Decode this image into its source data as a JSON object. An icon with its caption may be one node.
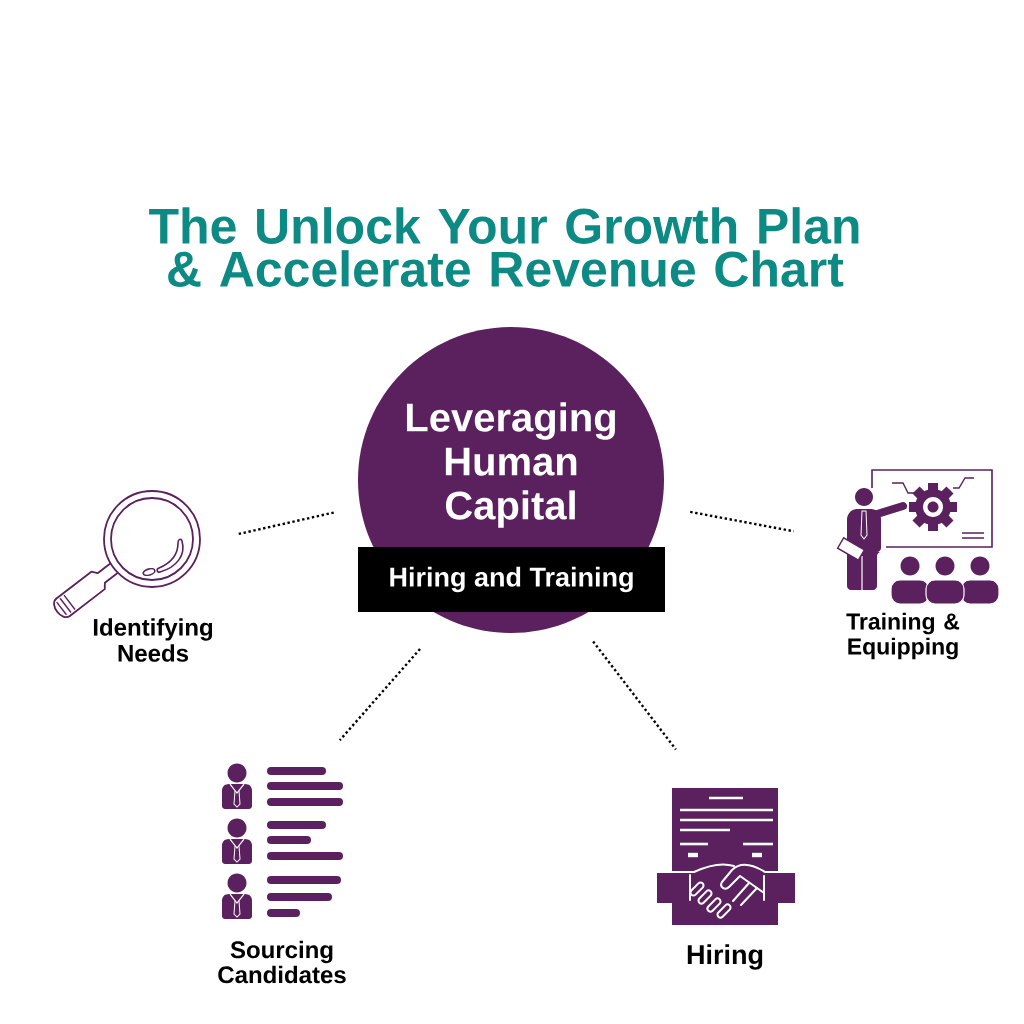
{
  "diagram": {
    "title": "The Unlock Your Growth Plan & Accelerate Revenue Chart",
    "nodes": [
      {
        "text": [
          "Leveraging Human Capital"
        ]
      },
      {
        "text": [
          "Hiring and Training"
        ],
        "in": 0
      },
      {
        "text": [
          "Identifying Needs"
        ]
      },
      {
        "text": [
          "Training & Equipping"
        ]
      },
      {
        "text": [
          "Sourcing Candidates"
        ]
      },
      {
        "text": [
          "Hiring"
        ]
      }
    ],
    "edges": [
      {
        "from": 0,
        "to": 2,
        "arrow": "none"
      },
      {
        "from": 0,
        "to": 3,
        "arrow": "none"
      },
      {
        "from": 1,
        "to": 4,
        "arrow": "none"
      },
      {
        "from": 1,
        "to": 5,
        "arrow": "none"
      }
    ]
  }
}
